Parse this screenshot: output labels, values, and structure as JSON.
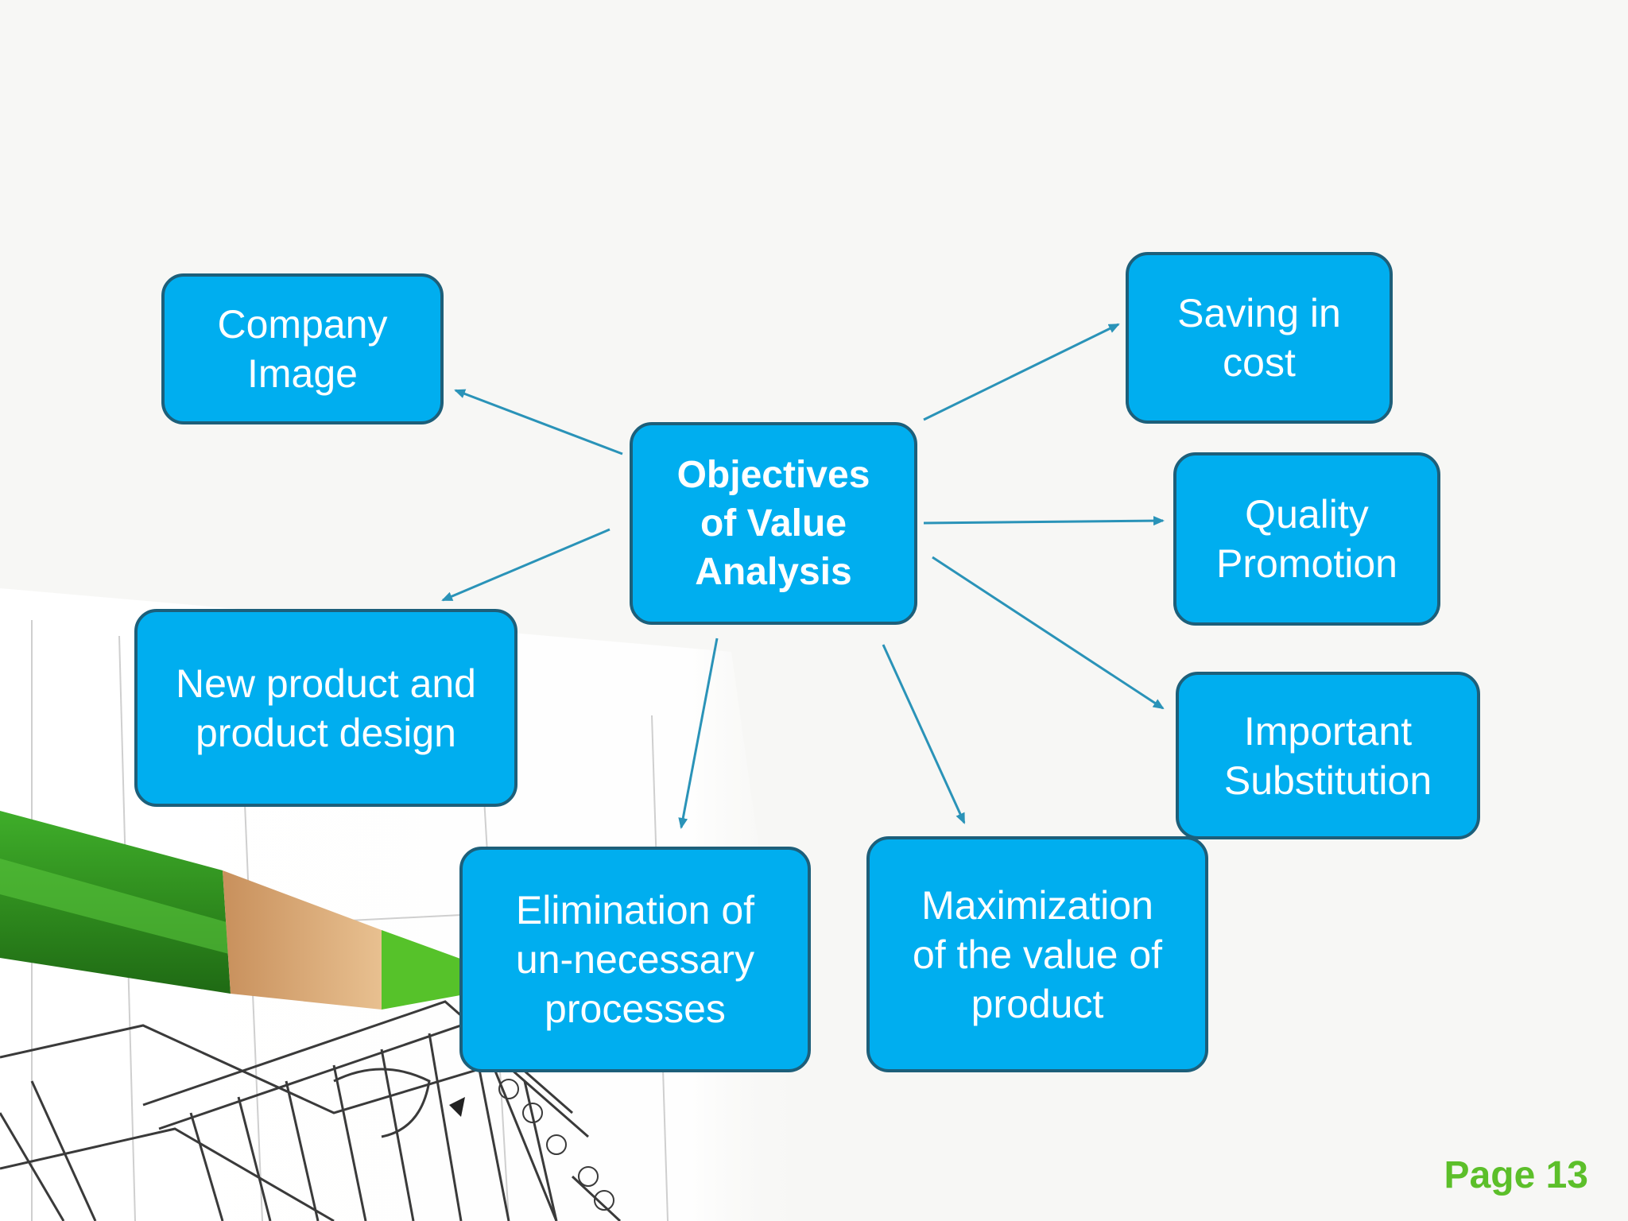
{
  "diagram": {
    "center": "Objectives\nof Value\nAnalysis",
    "nodes": {
      "company_image": "Company\nImage",
      "saving_in_cost": "Saving in\ncost",
      "quality_promotion": "Quality\nPromotion",
      "new_product_design": "New product and\nproduct design",
      "important_substitution": "Important\nSubstitution",
      "elimination_processes": "Elimination of\nun-necessary\nprocesses",
      "maximization_value": "Maximization\nof the value of\nproduct"
    }
  },
  "footer": {
    "page": "Page 13"
  },
  "colors": {
    "box_fill": "#00aeef",
    "box_border": "#1d5f7a",
    "arrow": "#2a93b8",
    "page_number": "#5cbf2a"
  },
  "decor": {
    "image": "green pencil on architectural blueprint"
  }
}
